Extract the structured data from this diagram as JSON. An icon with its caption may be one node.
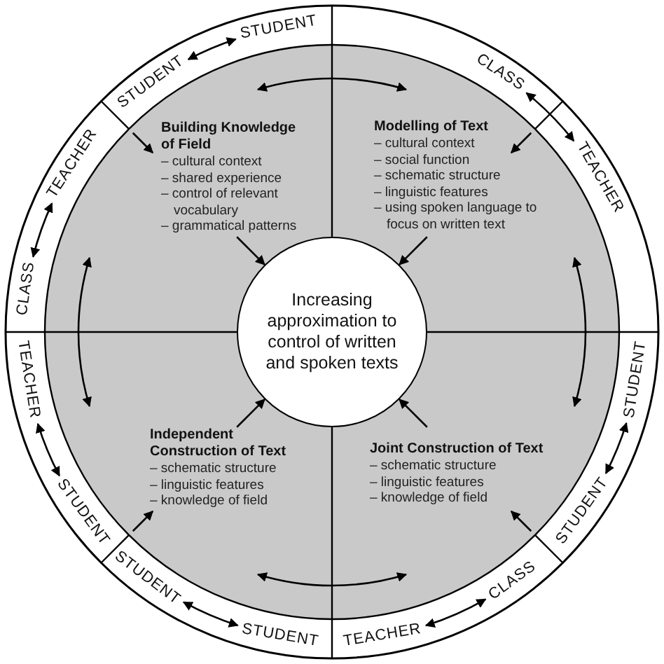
{
  "diagram": {
    "nodes": [
      {
        "text": [
          "Increasing approximation to control of written and spoken texts"
        ]
      },
      {
        "text": [
          "Building Knowledge of Field",
          "– cultural context",
          "– shared experience",
          "– control of relevant vocabulary",
          "– grammatical patterns"
        ]
      },
      {
        "text": [
          "Modelling of Text",
          "– cultural context",
          "– social function",
          "– schematic structure",
          "– linguistic features",
          "– using spoken language to focus on written text"
        ]
      },
      {
        "text": [
          "Independent Construction of Text",
          "– schematic structure",
          "– linguistic features",
          "– knowledge of field"
        ]
      },
      {
        "text": [
          "Joint Construction of Text",
          "– schematic structure",
          "– linguistic features",
          "– knowledge of field"
        ]
      },
      {
        "text": [
          "STUDENT"
        ]
      },
      {
        "text": [
          "STUDENT"
        ]
      },
      {
        "text": [
          "TEACHER"
        ]
      },
      {
        "text": [
          "CLASS"
        ]
      },
      {
        "text": [
          "CLASS"
        ]
      },
      {
        "text": [
          "TEACHER"
        ]
      },
      {
        "text": [
          "STUDENT"
        ]
      },
      {
        "text": [
          "STUDENT"
        ]
      },
      {
        "text": [
          "CLASS"
        ]
      },
      {
        "text": [
          "TEACHER"
        ]
      },
      {
        "text": [
          "STUDENT"
        ]
      },
      {
        "text": [
          "STUDENT"
        ]
      },
      {
        "text": [
          "STUDENT"
        ]
      },
      {
        "text": [
          "TEACHER"
        ]
      }
    ],
    "edges": [
      {
        "from": 1,
        "to": 0,
        "arrow": "to"
      },
      {
        "from": 2,
        "to": 0,
        "arrow": "to"
      },
      {
        "from": 3,
        "to": 0,
        "arrow": "to"
      },
      {
        "from": 4,
        "to": 0,
        "arrow": "to"
      },
      {
        "from": 1,
        "to": 2,
        "arrow": "both"
      },
      {
        "from": 2,
        "to": 4,
        "arrow": "both"
      },
      {
        "from": 4,
        "to": 3,
        "arrow": "both"
      },
      {
        "from": 3,
        "to": 1,
        "arrow": "both"
      },
      {
        "from": null,
        "to": 1,
        "arrow": "to"
      },
      {
        "from": null,
        "to": 2,
        "arrow": "to"
      },
      {
        "from": null,
        "to": 4,
        "arrow": "to"
      },
      {
        "from": null,
        "to": 3,
        "arrow": "to"
      },
      {
        "from": 5,
        "to": 6,
        "arrow": "both"
      },
      {
        "from": 7,
        "to": 8,
        "arrow": "both"
      },
      {
        "from": 9,
        "to": 10,
        "arrow": "both"
      },
      {
        "from": 11,
        "to": 12,
        "arrow": "both"
      },
      {
        "from": 13,
        "to": 14,
        "arrow": "both"
      },
      {
        "from": 15,
        "to": 16,
        "arrow": "both"
      },
      {
        "from": 17,
        "to": 18,
        "arrow": "both"
      }
    ]
  }
}
